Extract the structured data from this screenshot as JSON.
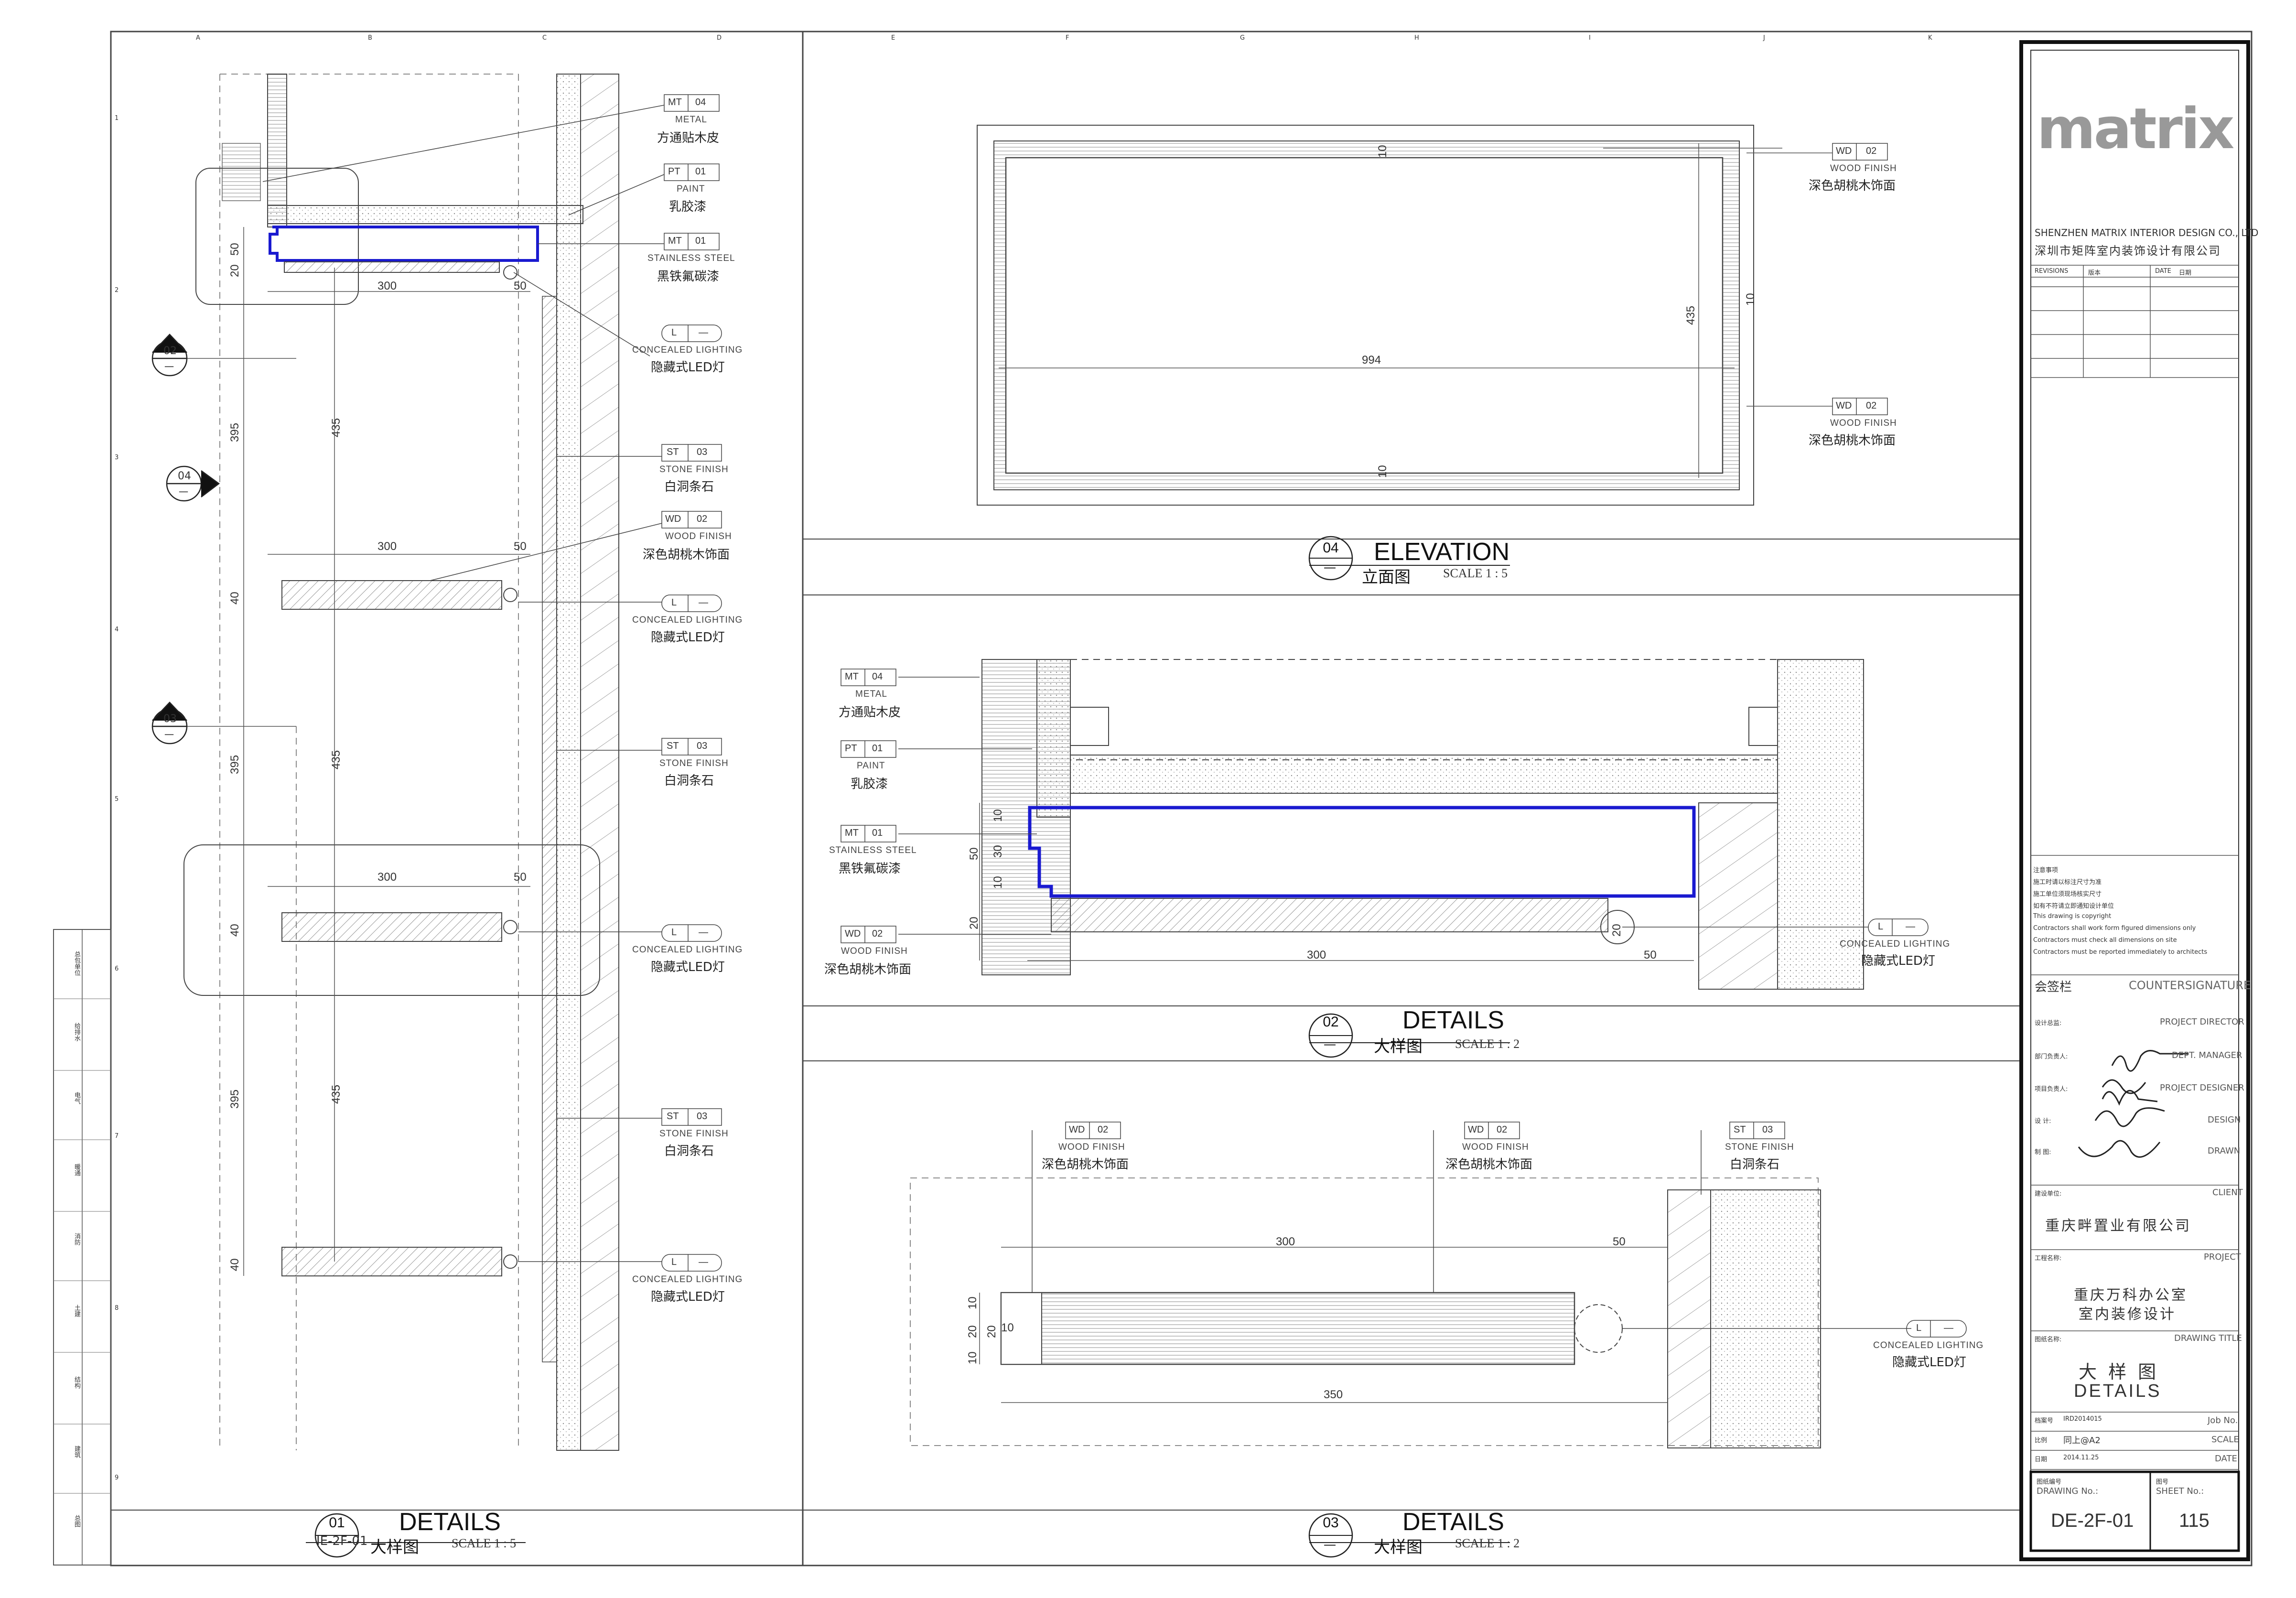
{
  "titleblock": {
    "logo": "matrix",
    "company_en": "SHENZHEN MATRIX INTERIOR DESIGN CO., LTD",
    "company_cn": "深圳市矩阵室内装饰设计有限公司",
    "rev_headers": [
      "REVISIONS",
      "版本",
      "DATE",
      "日期"
    ],
    "notes": [
      "注意事项",
      "施工时请以标注尺寸为准",
      "施工单位须现场核实尺寸",
      "如有不符请立即通知设计单位",
      "This drawing is copyright",
      "Contractors shall work form figured dimensions only",
      "Contractors must check all dimensions on site",
      "Contractors must be reported immediately to architects"
    ],
    "countersign_cn": "会签栏",
    "countersign_en": "COUNTERSIGNATURE",
    "roles": [
      {
        "cn": "设计总监:",
        "en": "PROJECT DIRECTOR"
      },
      {
        "cn": "部门负责人:",
        "en": "DEPT. MANAGER"
      },
      {
        "cn": "项目负责人:",
        "en": "PROJECT DESIGNER"
      },
      {
        "cn": "设    计:",
        "en": "DESIGN"
      },
      {
        "cn": "制    图:",
        "en": "DRAWN"
      }
    ],
    "client_label_cn": "建设单位:",
    "client_label_en": "CLIENT",
    "client": "重庆畔置业有限公司",
    "project_label_cn": "工程名称:",
    "project_label_en": "PROJECT",
    "project_line1": "重庆万科办公室",
    "project_line2": "室内装修设计",
    "title_label_cn": "图纸名称:",
    "title_label_en": "DRAWING TITLE",
    "title_cn": "大  样  图",
    "title_en": "DETAILS",
    "job_label_cn": "档案号",
    "job_value": "IRD2014015",
    "job_label_en": "Job No.",
    "scale_label_cn": "比例",
    "scale_value": "同上@A2",
    "scale_label_en": "SCALE",
    "date_label_cn": "日期",
    "date_value": "2014.11.25",
    "date_label_en": "DATE",
    "drawing_no_cn": "图纸编号",
    "drawing_no_en": "DRAWING No.:",
    "drawing_no": "DE-2F-01",
    "sheet_no_cn": "图号",
    "sheet_no_en": "SHEET No.:",
    "sheet_no": "115"
  },
  "grid": {
    "cols_left": [
      "A",
      "B",
      "C",
      "D"
    ],
    "cols_right": [
      "E",
      "F",
      "G",
      "H",
      "I",
      "J",
      "K"
    ],
    "rows": [
      "1",
      "2",
      "3",
      "4",
      "5",
      "6",
      "7",
      "8",
      "9"
    ]
  },
  "panels": {
    "p01": {
      "no": "01",
      "ref": "IE-2F-01",
      "en": "DETAILS",
      "cn": "大样图",
      "scale": "SCALE 1 : 5"
    },
    "p04": {
      "no": "04",
      "ref": "一",
      "en": "ELEVATION",
      "cn": "立面图",
      "scale": "SCALE 1 : 5"
    },
    "p02": {
      "no": "02",
      "ref": "一",
      "en": "DETAILS",
      "cn": "大样图",
      "scale": "SCALE 1 : 2"
    },
    "p03": {
      "no": "03",
      "ref": "一",
      "en": "DETAILS",
      "cn": "大样图",
      "scale": "SCALE 1 : 2"
    }
  },
  "materials": {
    "mt04": {
      "code": "MT",
      "no": "04",
      "en": "METAL",
      "cn": "方通贴木皮"
    },
    "pt01": {
      "code": "PT",
      "no": "01",
      "en": "PAINT",
      "cn": "乳胶漆"
    },
    "mt01": {
      "code": "MT",
      "no": "01",
      "en": "STAINLESS STEEL",
      "cn": "黑铁氟碳漆"
    },
    "led": {
      "code": "L",
      "no": "—",
      "en": "CONCEALED LIGHTING",
      "cn": "隐藏式LED灯"
    },
    "st03": {
      "code": "ST",
      "no": "03",
      "en": "STONE FINISH",
      "cn": "白洞条石"
    },
    "wd02": {
      "code": "WD",
      "no": "02",
      "en": "WOOD FINISH",
      "cn": "深色胡桃木饰面"
    }
  },
  "section_marks": [
    {
      "no": "02",
      "sub": "一"
    },
    {
      "no": "04",
      "sub": "一"
    },
    {
      "no": "03",
      "sub": "一"
    }
  ],
  "dims": {
    "d300": "300",
    "d50": "50",
    "d20": "20",
    "d40": "40",
    "d395": "395",
    "d435": "435",
    "d994": "994",
    "d10": "10",
    "d30": "30",
    "d350": "350"
  },
  "sidebar_labels": [
    "总包单位",
    "给排水",
    "电气",
    "暖通",
    "消防",
    "土建",
    "结构",
    "建筑",
    "总图"
  ],
  "colors": {
    "ink": "#222222",
    "accent": "#1a1ad0",
    "grey": "#888888"
  }
}
